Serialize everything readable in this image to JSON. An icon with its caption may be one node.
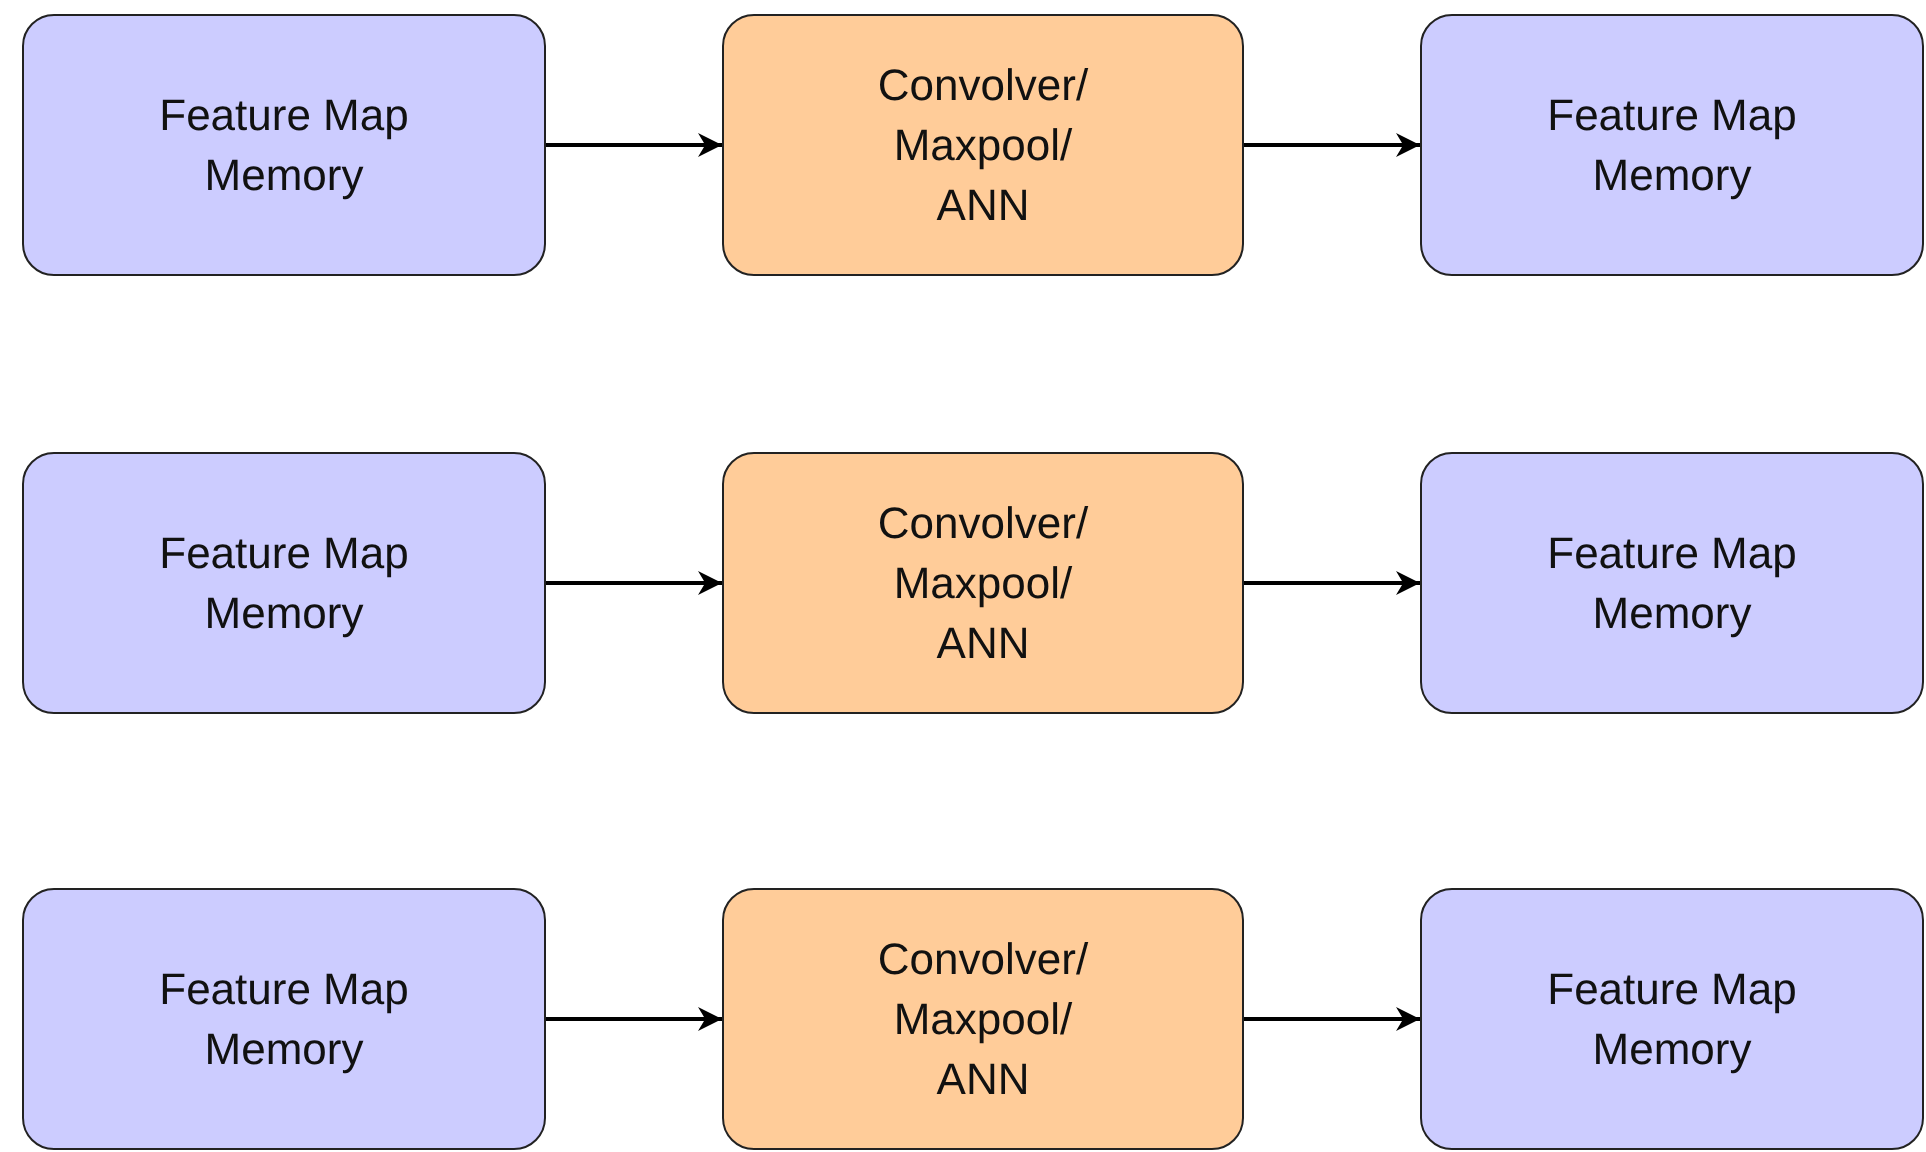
{
  "diagram": {
    "nodes": [
      {
        "text": [
          "Feature Map Memory"
        ]
      },
      {
        "text": [
          "Convolver/ Maxpool/ ANN"
        ]
      },
      {
        "text": [
          "Feature Map Memory"
        ]
      },
      {
        "text": [
          "Feature Map Memory"
        ]
      },
      {
        "text": [
          "Convolver/ Maxpool/ ANN"
        ]
      },
      {
        "text": [
          "Feature Map Memory"
        ]
      },
      {
        "text": [
          "Feature Map Memory"
        ]
      },
      {
        "text": [
          "Convolver/ Maxpool/ ANN"
        ]
      },
      {
        "text": [
          "Feature Map Memory"
        ]
      }
    ],
    "edges": [
      {
        "from": 0,
        "to": 1,
        "arrow": "to"
      },
      {
        "from": 1,
        "to": 2,
        "arrow": "to"
      },
      {
        "from": 3,
        "to": 4,
        "arrow": "to"
      },
      {
        "from": 4,
        "to": 5,
        "arrow": "to"
      },
      {
        "from": 6,
        "to": 7,
        "arrow": "to"
      },
      {
        "from": 7,
        "to": 8,
        "arrow": "to"
      }
    ]
  }
}
